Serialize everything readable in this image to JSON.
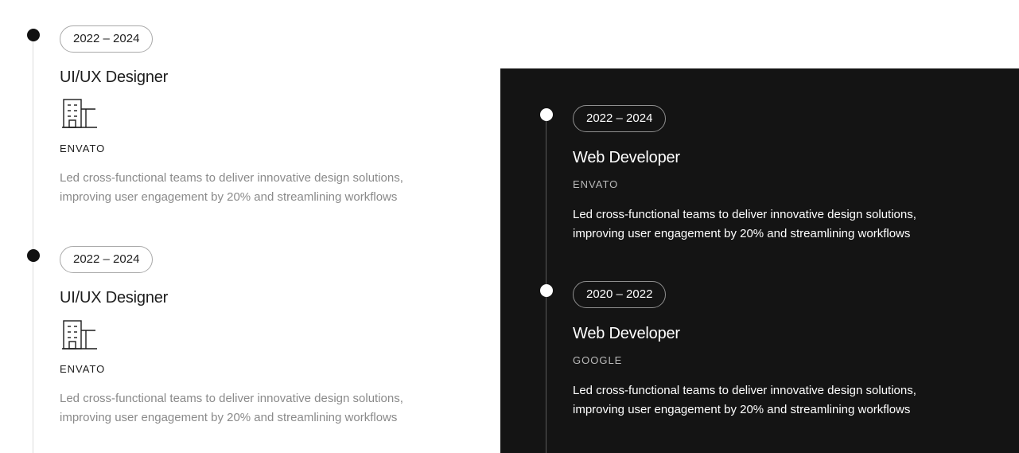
{
  "left_timeline": {
    "entries": [
      {
        "period": "2022 – 2024",
        "role": "UI/UX Designer",
        "icon": "building-icon",
        "company": "ENVATO",
        "description": "Led cross-functional teams to deliver innovative design solutions, improving user engagement by 20% and streamlining workflows"
      },
      {
        "period": "2022 – 2024",
        "role": "UI/UX Designer",
        "icon": "building-icon",
        "company": "ENVATO",
        "description": "Led cross-functional teams to deliver innovative design solutions, improving user engagement by 20% and streamlining workflows"
      }
    ]
  },
  "dark_timeline": {
    "entries": [
      {
        "period": "2022 – 2024",
        "role": "Web Developer",
        "company": "ENVATO",
        "description": "Led cross-functional teams to deliver innovative design solutions, improving user engagement by 20% and streamlining workflows"
      },
      {
        "period": "2020 – 2022",
        "role": "Web Developer",
        "company": "GOOGLE",
        "description": "Led cross-functional teams to deliver innovative design solutions, improving user engagement by 20% and streamlining workflows"
      }
    ]
  },
  "colors": {
    "dark_panel_bg": "#141414",
    "muted_text": "#8a8a8a",
    "dot_light": "#111111",
    "dot_dark": "#ffffff"
  }
}
